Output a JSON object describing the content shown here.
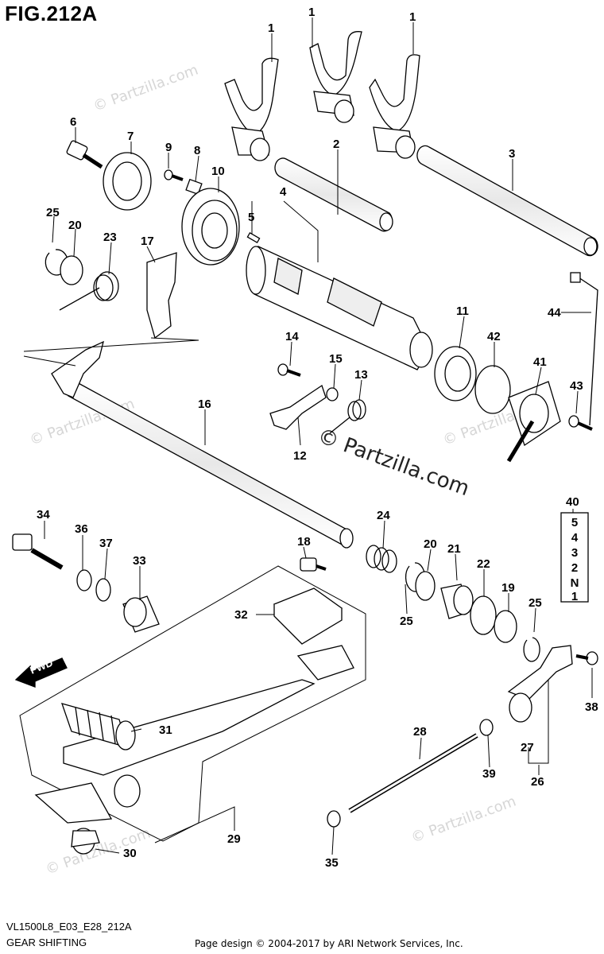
{
  "figure": {
    "title": "FIG.212A",
    "code": "VL1500L8_E03_E28_212A",
    "caption": "GEAR SHIFTING",
    "copyright": "Page design © 2004-2017 by ARI Network Services, Inc."
  },
  "watermark": "© Partzilla.com",
  "fwd_label": "FWD",
  "gear_indicator": [
    "5",
    "4",
    "3",
    "2",
    "N",
    "1"
  ],
  "callouts": {
    "c1a": "1",
    "c1b": "1",
    "c1c": "1",
    "c2": "2",
    "c3": "3",
    "c4": "4",
    "c5": "5",
    "c6": "6",
    "c7": "7",
    "c8": "8",
    "c9": "9",
    "c10": "10",
    "c11": "11",
    "c12": "12",
    "c13": "13",
    "c14": "14",
    "c15": "15",
    "c16": "16",
    "c17": "17",
    "c18": "18",
    "c19": "19",
    "c20a": "20",
    "c20b": "20",
    "c21": "21",
    "c22": "22",
    "c23": "23",
    "c24": "24",
    "c25a": "25",
    "c25b": "25",
    "c25c": "25",
    "c26": "26",
    "c27": "27",
    "c28": "28",
    "c29": "29",
    "c30": "30",
    "c31": "31",
    "c32": "32",
    "c33": "33",
    "c34": "34",
    "c35": "35",
    "c36": "36",
    "c37": "37",
    "c38": "38",
    "c39": "39",
    "c40": "40",
    "c41": "41",
    "c42": "42",
    "c43": "43",
    "c44": "44"
  }
}
